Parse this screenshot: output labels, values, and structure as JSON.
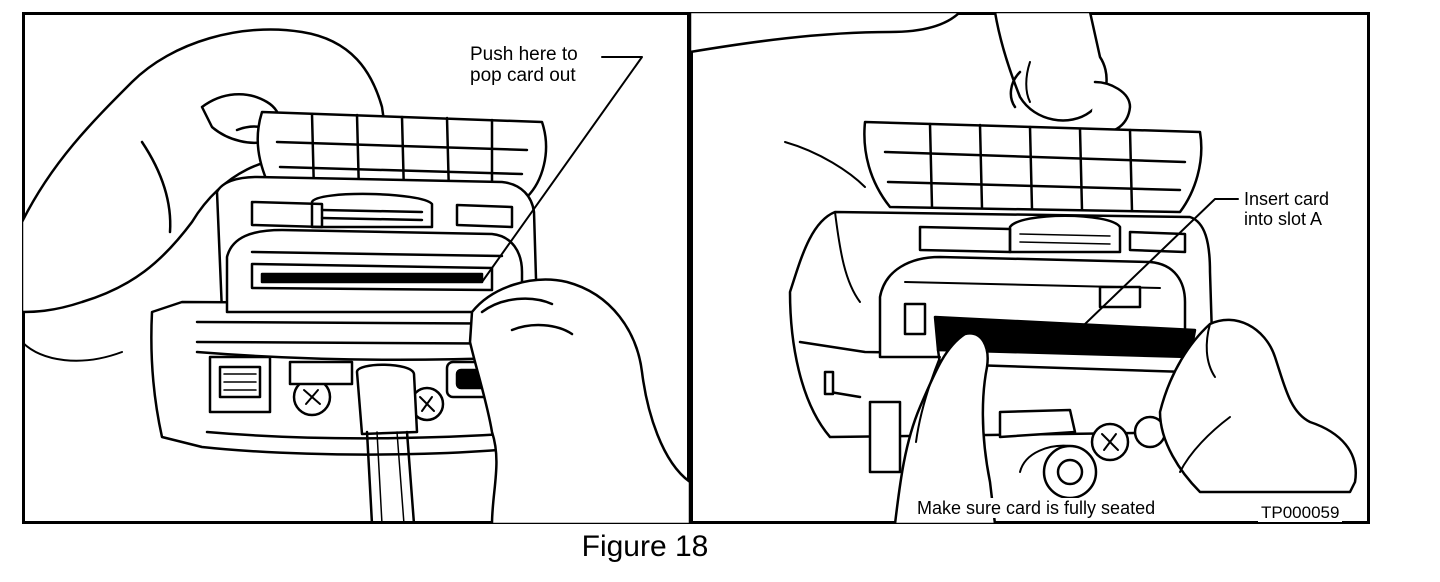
{
  "figure": {
    "caption": "Figure 18",
    "reference_code": "TP000059"
  },
  "left_panel": {
    "callout": [
      "Push here to",
      "pop card out"
    ]
  },
  "right_panel": {
    "callout": [
      "Insert card",
      "into slot A"
    ],
    "bottom_note": "Make sure card is fully seated"
  }
}
